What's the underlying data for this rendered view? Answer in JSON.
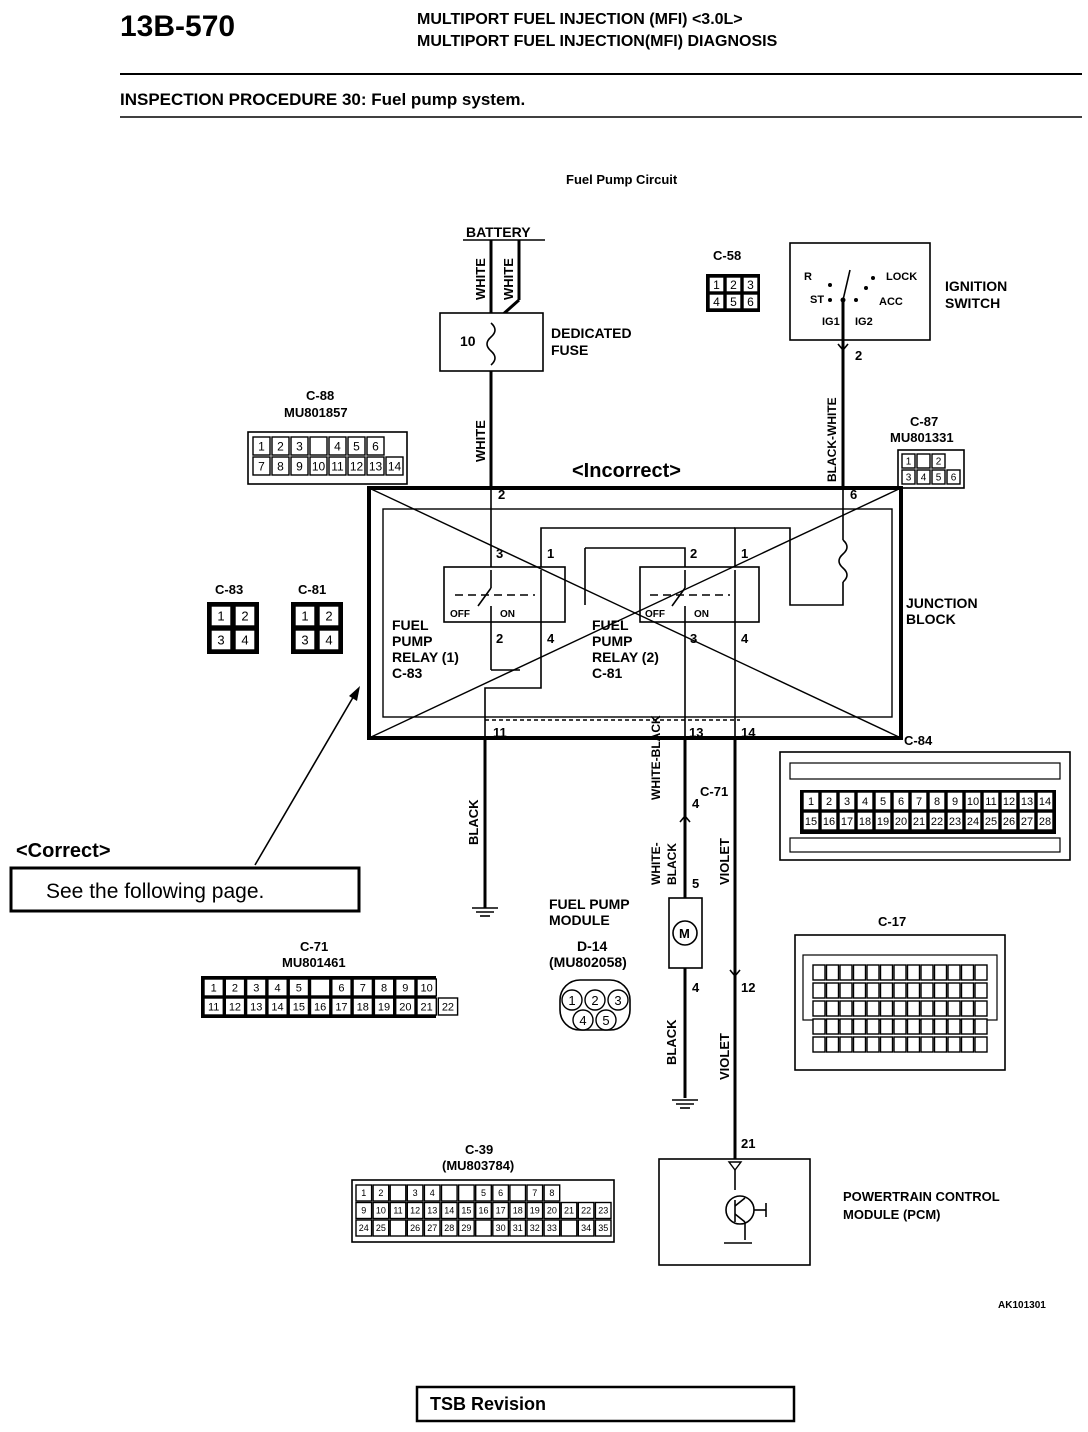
{
  "header": {
    "page_number": "13B-570",
    "title_line1": "MULTIPORT FUEL INJECTION (MFI) <3.0L>",
    "title_line2": "MULTIPORT FUEL INJECTION(MFI) DIAGNOSIS",
    "procedure": "INSPECTION PROCEDURE 30: Fuel pump system."
  },
  "diagram": {
    "title": "Fuel Pump Circuit",
    "incorrect_label": "<Incorrect>",
    "correct_label": "<Correct>",
    "correct_note": "See the following page.",
    "battery": "BATTERY",
    "fuse_number": "10",
    "fuse_label_1": "DEDICATED",
    "fuse_label_2": "FUSE",
    "ignition_label_1": "IGNITION",
    "ignition_label_2": "SWITCH",
    "ign_positions": [
      "R",
      "ST",
      "IG1",
      "IG2",
      "ACC",
      "LOCK"
    ],
    "junction_label_1": "JUNCTION",
    "junction_label_2": "BLOCK",
    "relay1": [
      "FUEL",
      "PUMP",
      "RELAY (1)",
      "C-83"
    ],
    "relay2": [
      "FUEL",
      "PUMP",
      "RELAY (2)",
      "C-81"
    ],
    "off": "OFF",
    "on": "ON",
    "pump_module": [
      "FUEL PUMP",
      "MODULE",
      "D-14",
      "(MU802058)"
    ],
    "pcm": [
      "POWERTRAIN CONTROL",
      "MODULE (PCM)"
    ],
    "motor_symbol": "M",
    "wires": {
      "white": "WHITE",
      "black_white": "BLACK-WHITE",
      "black": "BLACK",
      "white_black": "WHITE-BLACK",
      "white_black_2": "WHITE-\nBLACK",
      "violet": "VIOLET"
    },
    "pins": {
      "ign_out": "2",
      "jb_2": "2",
      "jb_6": "6",
      "r1_3": "3",
      "r1_1": "1",
      "r1_2": "2",
      "r1_4": "4",
      "r2_2": "2",
      "r2_1": "1",
      "r2_3": "3",
      "r2_4": "4",
      "jb_11": "11",
      "jb_13": "13",
      "jb_14": "14",
      "c71_4": "4",
      "c71_label": "C-71",
      "pump_5": "5",
      "pump_4": "4",
      "pcm_12": "12",
      "pcm_21": "21"
    },
    "connectors": {
      "c58": {
        "name": "C-58",
        "row1": [
          "1",
          "2",
          "3"
        ],
        "row2": [
          "4",
          "5",
          "6"
        ]
      },
      "c88": {
        "name": "C-88",
        "part": "MU801857",
        "row1": [
          "1",
          "2",
          "3",
          "",
          "4",
          "5",
          "6"
        ],
        "row2": [
          "7",
          "8",
          "9",
          "10",
          "11",
          "12",
          "13",
          "14"
        ]
      },
      "c87": {
        "name": "C-87",
        "part": "MU801331",
        "row1": [
          "1",
          "",
          "2"
        ],
        "row2": [
          "3",
          "4",
          "5",
          "6"
        ]
      },
      "c83": {
        "name": "C-83",
        "row1": [
          "1",
          "2"
        ],
        "row2": [
          "3",
          "4"
        ]
      },
      "c81": {
        "name": "C-81",
        "row1": [
          "1",
          "2"
        ],
        "row2": [
          "3",
          "4"
        ]
      },
      "c84": {
        "name": "C-84",
        "row1": [
          "1",
          "2",
          "3",
          "4",
          "5",
          "6",
          "7",
          "8",
          "9",
          "10",
          "11",
          "12",
          "13",
          "14"
        ],
        "row2": [
          "15",
          "16",
          "17",
          "18",
          "19",
          "20",
          "21",
          "22",
          "23",
          "24",
          "25",
          "26",
          "27",
          "28"
        ]
      },
      "c71": {
        "name": "C-71",
        "part": "MU801461",
        "row1": [
          "1",
          "2",
          "3",
          "4",
          "5",
          "",
          "6",
          "7",
          "8",
          "9",
          "10"
        ],
        "row2": [
          "11",
          "12",
          "13",
          "14",
          "15",
          "16",
          "17",
          "18",
          "19",
          "20",
          "21",
          "22"
        ]
      },
      "c17": {
        "name": "C-17"
      },
      "c39": {
        "name": "C-39",
        "part": "(MU803784)",
        "row1": [
          "1",
          "2",
          "",
          "3",
          "4",
          "",
          "",
          "5",
          "6",
          "",
          "7",
          "8"
        ],
        "row2": [
          "9",
          "10",
          "11",
          "12",
          "13",
          "14",
          "15",
          "16",
          "17",
          "18",
          "19",
          "20",
          "21",
          "22",
          "23"
        ],
        "row3": [
          "24",
          "25",
          "",
          "26",
          "27",
          "28",
          "29",
          "",
          "30",
          "31",
          "32",
          "33",
          "",
          "34",
          "35"
        ]
      },
      "d14": {
        "row1": [
          "1",
          "2",
          "3"
        ],
        "row2": [
          "4",
          "5"
        ]
      }
    },
    "figure_code": "AK101301"
  },
  "footer": {
    "tsb": "TSB Revision"
  }
}
